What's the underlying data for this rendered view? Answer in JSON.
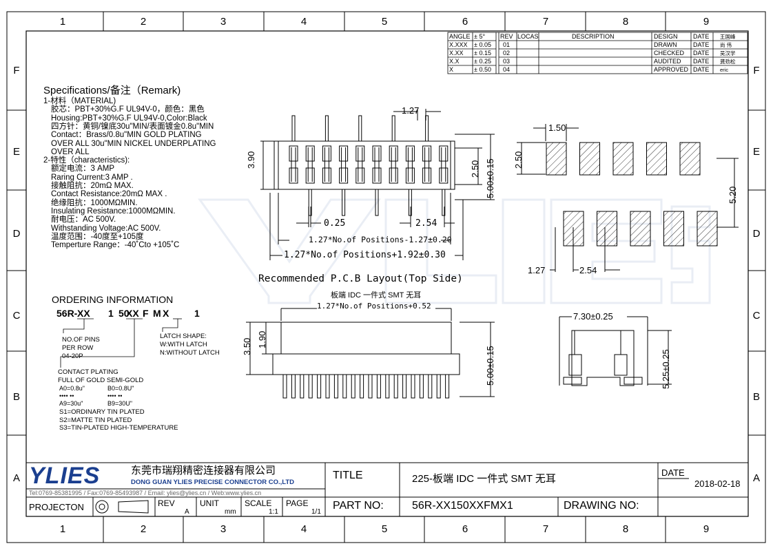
{
  "frame": {
    "columns": [
      "1",
      "2",
      "3",
      "4",
      "5",
      "6",
      "7",
      "8",
      "9"
    ],
    "rows": [
      "F",
      "E",
      "D",
      "C",
      "B",
      "A"
    ]
  },
  "tolerance_table": {
    "header": [
      "ANGLE",
      "± 5°"
    ],
    "rows": [
      [
        "X.XXX",
        "± 0.05"
      ],
      [
        "X.XX",
        "± 0.15"
      ],
      [
        "X.X",
        "± 0.25"
      ],
      [
        "X",
        "± 0.50"
      ]
    ]
  },
  "revision_table": {
    "headers": [
      "REV",
      "LOCAS",
      "DESCRIPTION"
    ],
    "revs": [
      "01",
      "02",
      "03",
      "04"
    ]
  },
  "approval_table": [
    {
      "role": "DESIGN",
      "date_label": "DATE",
      "name": "王国峰"
    },
    {
      "role": "DRAWN",
      "date_label": "DATE",
      "name": "尚 伟"
    },
    {
      "role": "CHECKED",
      "date_label": "DATE",
      "name": "吴汉学"
    },
    {
      "role": "AUDITED",
      "date_label": "DATE",
      "name": "龚劲松"
    },
    {
      "role": "APPROVED",
      "date_label": "DATE",
      "name": "eric"
    }
  ],
  "specs": {
    "heading": "Specifications/备注（Remark)",
    "lines": [
      "1-材料（MATERIAL)",
      "胶芯：PBT+30%G.F UL94V-0，颜色：黑色",
      "Housing:PBT+30%G.F UL94V-0,Color:Black",
      "四方针：黄铜/镍底30u\"MIN/表面镀金0.8u\"MIN",
      "Contact：Brass/0.8u\"MIN GOLD PLATING",
      "OVER ALL 30u\"MIN NICKEL UNDERPLATING",
      "OVER ALL",
      "2-特性（characteristics):",
      "额定电流：3 AMP",
      "Raring Current:3 AMP .",
      "接触阻抗：20mΩ MAX.",
      "Contact Resistance:20mΩ MAX .",
      "绝缘阻抗：1000MΩMIN.",
      "Insulating Resistance:1000MΩMIN.",
      "耐电压：AC 500V.",
      "Withstanding Voltage:AC 500V.",
      "温度范围：-40度至+105度",
      "Temperture Range：-40˚Cto +105˚C"
    ]
  },
  "ordering": {
    "heading": "ORDERING INFORMATION",
    "part": [
      "56R-",
      "XX",
      "1",
      "50",
      "XX",
      "F",
      "M",
      "X",
      "1"
    ],
    "pins_label": [
      "NO.OF PINS",
      "PER ROW",
      "04-20P"
    ],
    "latch_label": [
      "LATCH SHAPE:",
      "W:WITH LATCH",
      "N:WITHOUT LATCH"
    ],
    "plating_label": [
      "CONTACT PLATING",
      "FULL OF GOLD SEMI-GOLD"
    ],
    "plating_a": [
      "A0=0.8u\"",
      "•••• ••",
      "A9=30u\""
    ],
    "plating_b": [
      "B0=0.8U\"",
      "•••• ••",
      "B9=30U\""
    ],
    "tin": [
      "S1=ORDINARY TIN PLATED",
      "S2=MATTE TIN PLATED",
      "S3=TIN-PLATED HIGH-TEMPERATURE"
    ]
  },
  "dimensions": {
    "pitch_top": "1.27",
    "height_390": "3.90",
    "height_250": "2.50",
    "height_500": "5.00±0.15",
    "d025": "0.25",
    "d254": "2.54",
    "len1": "1.27*No.of Positions-1.27±0.20",
    "len2": "1.27*No.of Positions+1.92±0.30",
    "pcb_150": "1.50",
    "pcb_250": "2.50",
    "pcb_520": "5.20",
    "pcb_127": "1.27",
    "pcb_254": "2.54",
    "pcb_title": "Recommended P.C.B Layout(Top Side)",
    "side_title": "板端 IDC 一件式 SMT 无耳",
    "side_len": "1.27*No.of Positions+0.52",
    "side_350": "3.50",
    "side_190": "1.90",
    "side_500": "5.00±0.15",
    "end_730": "7.30±0.25",
    "end_525": "5.25±0.25"
  },
  "watermark": "YLIES",
  "title_block": {
    "logo": "YLIES",
    "company_cn": "东莞市瑞翔精密连接器有限公司",
    "company_en": "DONG GUAN YLIES PRECISE CONNECTOR CO.,LTD",
    "contact": "Tel:0769-85381995 / Fax:0769-85493987 / Email: ylies@ylies.cn / Web:www.ylies.cn",
    "title_label": "TITLE",
    "title_value": "225-板端 IDC 一件式 SMT 无耳",
    "date_label": "DATE",
    "date_value": "2018-02-18",
    "projection_label": "PROJECTON",
    "rev_label": "REV",
    "rev_value": "A",
    "unit_label": "UNIT",
    "unit_value": "mm",
    "scale_label": "SCALE",
    "scale_value": "1:1",
    "page_label": "PAGE",
    "page_value": "1/1",
    "partno_label": "PART NO:",
    "partno_value": "56R-XX150XXFMX1",
    "drawingno_label": "DRAWING NO:"
  }
}
